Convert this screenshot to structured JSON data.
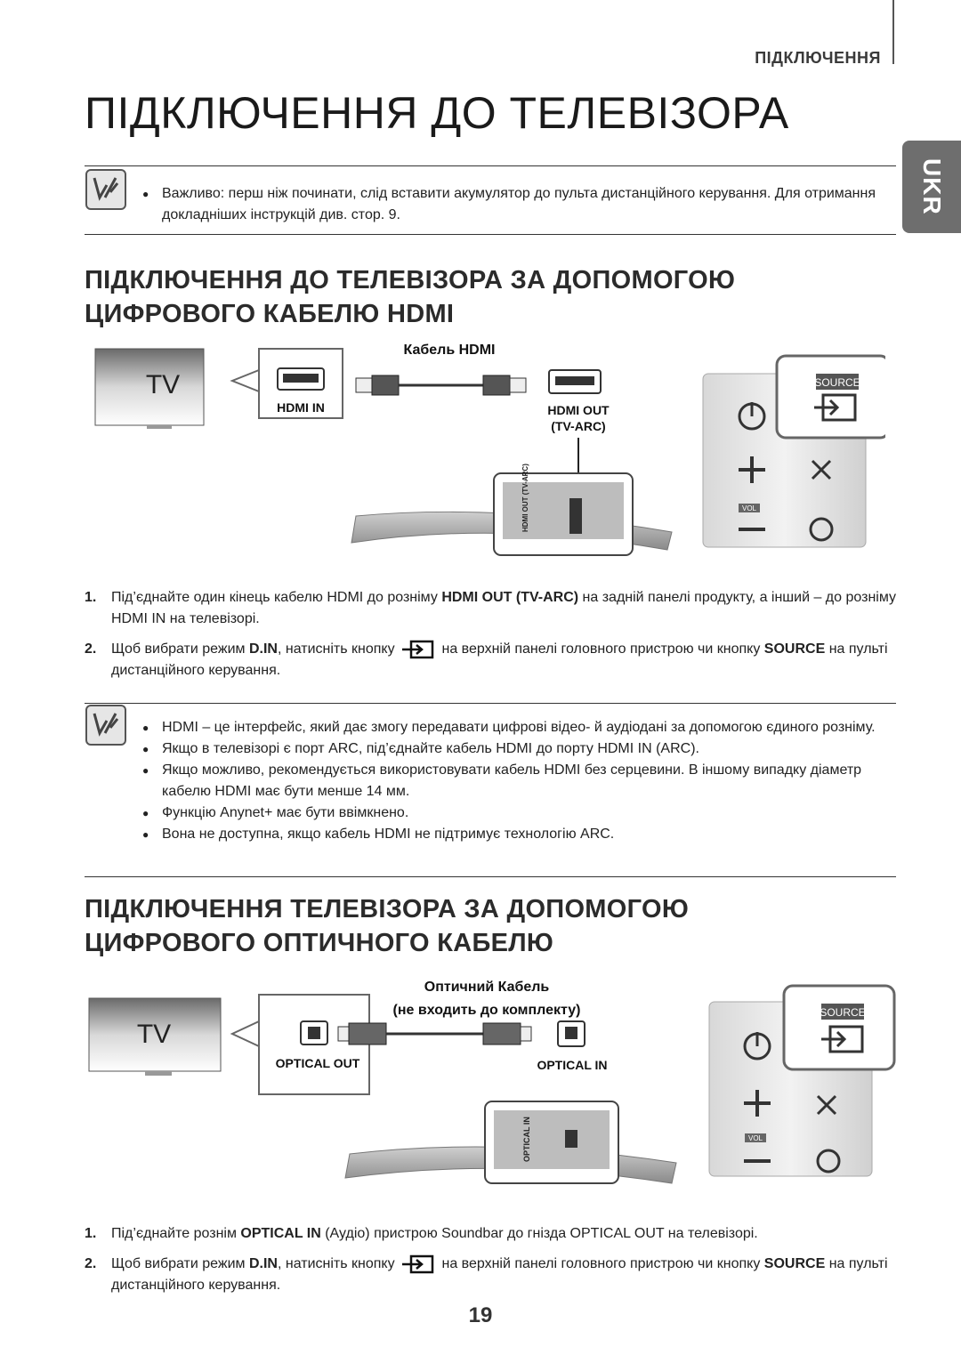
{
  "header": {
    "section_label": "ПІДКЛЮЧЕННЯ",
    "page_title": "ПІДКЛЮЧЕННЯ ДО ТЕЛЕВІЗОРА",
    "lang_tab": "UKR"
  },
  "note_1": {
    "items": [
      "Важливо: перш ніж починати, слід вставити акумулятор до пульта дистанційного керування. Для отримання докладніших інструкцій див. стор. 9."
    ]
  },
  "section_hdmi": {
    "title_line1": "ПІДКЛЮЧЕННЯ ДО ТЕЛЕВІЗОРА ЗА ДОПОМОГОЮ",
    "title_line2": "ЦИФРОВОГО КАБЕЛЮ HDMI",
    "diagram": {
      "tv_label": "TV",
      "cable_label": "Кабель HDMI",
      "tv_port_label": "HDMI IN",
      "device_port_label_1": "HDMI OUT",
      "device_port_label_2": "(TV-ARC)",
      "panel_port_label": "HDMI OUT (TV-ARC)",
      "source_label": "SOURCE",
      "vol_label": "VOL"
    },
    "steps": [
      {
        "num": "1.",
        "t1": "Під’єднайте один кінець кабелю HDMI до розніму ",
        "b1": "HDMI OUT (TV-ARC)",
        "t2": " на задній панелі продукту, а інший – до розніму HDMI IN на телевізорі."
      },
      {
        "num": "2.",
        "t1": "Щоб вибрати режим ",
        "b1": "D.IN",
        "t2": ", натисніть кнопку ",
        "t3": " на верхній панелі головного пристрою чи кнопку ",
        "b2": "SOURCE",
        "t4": " на пульті дистанційного керування."
      }
    ]
  },
  "note_2": {
    "items": [
      "HDMI – це інтерфейс, який дає змогу передавати цифрові відео- й аудіодані за допомогою єдиного розніму.",
      "Якщо в телевізорі є порт ARC, під’єднайте кабель HDMI до порту HDMI IN (ARC).",
      "Якщо можливо, рекомендується використовувати кабель HDMI без серцевини. В іншому випадку діаметр кабелю HDMI має бути менше 14 мм.",
      "Функцію Anynet+ має бути ввімкнено.",
      "Вона не доступна, якщо кабель HDMI не підтримує технологію ARC."
    ]
  },
  "section_optical": {
    "title_line1": "ПІДКЛЮЧЕННЯ ТЕЛЕВІЗОРА ЗА ДОПОМОГОЮ",
    "title_line2": "ЦИФРОВОГО ОПТИЧНОГО КАБЕЛЮ",
    "diagram": {
      "tv_label": "TV",
      "cable_label_1": "Оптичний Кабель",
      "cable_label_2": "(не входить до комплекту)",
      "tv_port_label": "OPTICAL OUT",
      "device_port_label": "OPTICAL IN",
      "panel_port_label": "OPTICAL IN",
      "source_label": "SOURCE",
      "vol_label": "VOL"
    },
    "steps": [
      {
        "num": "1.",
        "t1": "Під’єднайте рознім ",
        "b1": "OPTICAL IN",
        "t2": " (Аудіо) пристрою Soundbar до гнізда OPTICAL OUT на телевізорі."
      },
      {
        "num": "2.",
        "t1": "Щоб вибрати режим ",
        "b1": "D.IN",
        "t2": ", натисніть кнопку ",
        "t3": " на верхній панелі головного пристрою чи кнопку ",
        "b2": "SOURCE",
        "t4": " на пульті дистанційного керування."
      }
    ]
  },
  "footer": {
    "page_number": "19"
  }
}
